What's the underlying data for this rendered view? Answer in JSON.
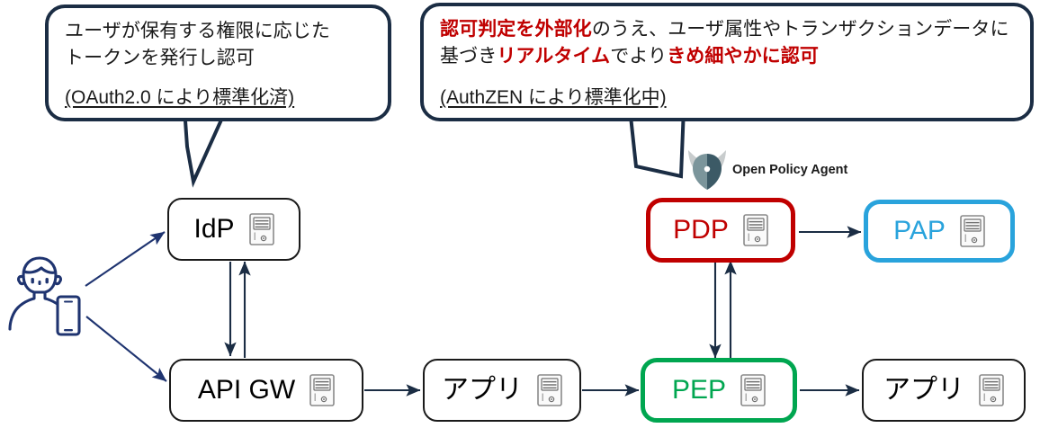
{
  "diagram": {
    "title": "Authorization architecture: IdP / API GW / PDP / PEP / PAP",
    "colors": {
      "navy": "#1b2d44",
      "red": "#c00000",
      "green": "#00a650",
      "cyan": "#29a3dc",
      "black": "#1a1a1a",
      "white": "#ffffff"
    }
  },
  "bubbles": {
    "left": {
      "body_line1": "ユーザが保有する権限に応じた",
      "body_line2": "トークンを発行し認可",
      "note": "(OAuth2.0 により標準化済)"
    },
    "right": {
      "seg1_bold_red": "認可判定を外部化",
      "seg2_plain": "のうえ、ユーザ属性やトランザクション",
      "seg3_plain": "データに基づき",
      "seg4_bold_red": "リアルタイム",
      "seg5_plain": "でより",
      "seg6_bold_red": "きめ細やかに認可",
      "note": "(AuthZEN により標準化中)"
    }
  },
  "nodes": [
    {
      "id": "idp",
      "label": "IdP",
      "icon": "server-icon",
      "color": "#1a1a1a"
    },
    {
      "id": "apigw",
      "label": "API GW",
      "icon": "server-icon",
      "color": "#1a1a1a"
    },
    {
      "id": "app1",
      "label": "アプリ",
      "icon": "server-icon",
      "color": "#1a1a1a"
    },
    {
      "id": "pdp",
      "label": "PDP",
      "icon": "server-icon",
      "color": "#c00000"
    },
    {
      "id": "pap",
      "label": "PAP",
      "icon": "server-icon",
      "color": "#29a3dc"
    },
    {
      "id": "pep",
      "label": "PEP",
      "icon": "server-icon",
      "color": "#00a650"
    },
    {
      "id": "app2",
      "label": "アプリ",
      "icon": "server-icon",
      "color": "#1a1a1a"
    }
  ],
  "opa": {
    "label": "Open Policy Agent",
    "icon": "opa-shield-horns-icon"
  },
  "actor": {
    "icon": "user-with-smartphone-icon"
  },
  "connections": [
    {
      "from": "actor",
      "to": "idp",
      "direction": "one-way",
      "style": "diagonal"
    },
    {
      "from": "actor",
      "to": "apigw",
      "direction": "one-way",
      "style": "diagonal"
    },
    {
      "from": "idp",
      "to": "apigw",
      "direction": "two-way",
      "style": "vertical-pair"
    },
    {
      "from": "apigw",
      "to": "app1",
      "direction": "one-way",
      "style": "horizontal"
    },
    {
      "from": "app1",
      "to": "pep",
      "direction": "one-way",
      "style": "horizontal"
    },
    {
      "from": "pep",
      "to": "pdp",
      "direction": "two-way",
      "style": "vertical-pair"
    },
    {
      "from": "pdp",
      "to": "pap",
      "direction": "one-way",
      "style": "horizontal"
    },
    {
      "from": "pep",
      "to": "app2",
      "direction": "one-way",
      "style": "horizontal"
    }
  ]
}
